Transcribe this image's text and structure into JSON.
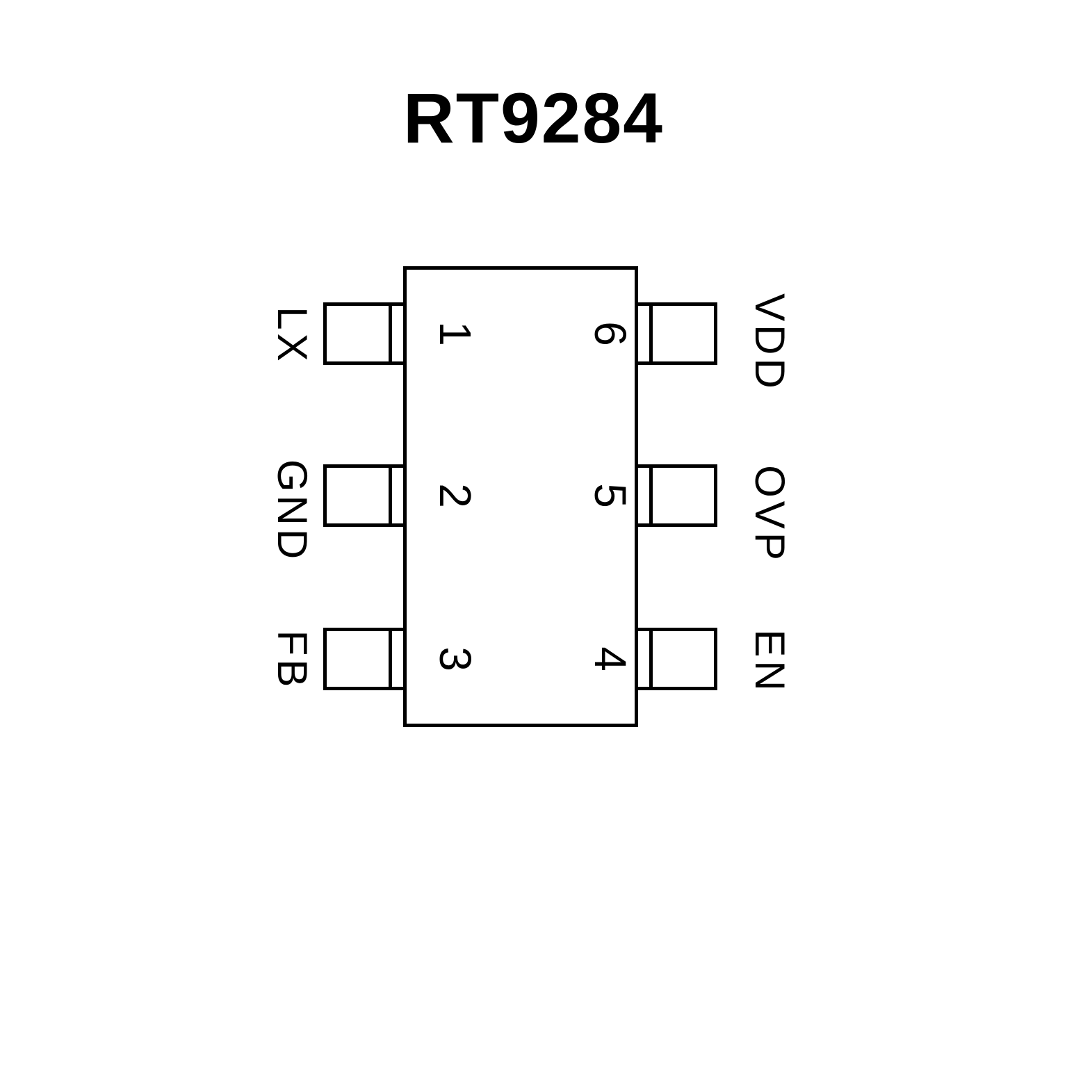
{
  "title": "RT9284",
  "package": {
    "left_pins": [
      {
        "number": "1",
        "label": "LX"
      },
      {
        "number": "2",
        "label": "GND"
      },
      {
        "number": "3",
        "label": "FB"
      }
    ],
    "right_pins": [
      {
        "number": "6",
        "label": "VDD"
      },
      {
        "number": "5",
        "label": "OVP"
      },
      {
        "number": "4",
        "label": "EN"
      }
    ]
  },
  "colors": {
    "line": "#000000",
    "background": "#ffffff"
  }
}
